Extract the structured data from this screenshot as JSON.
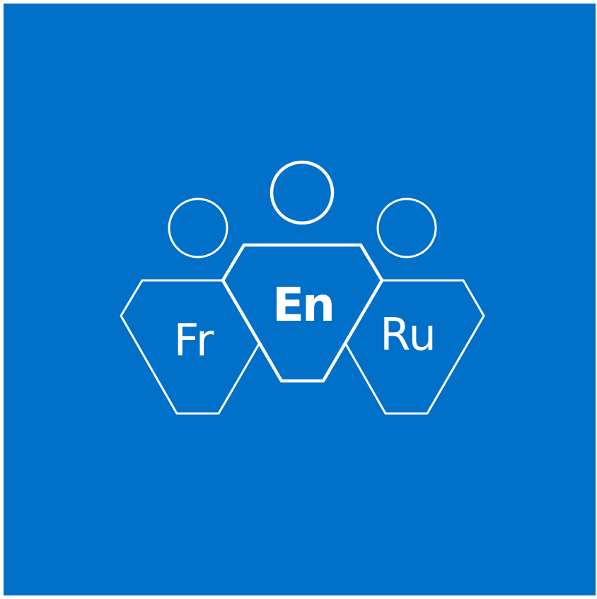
{
  "colors": {
    "background": "#0070c8",
    "outline": "#ffffff",
    "frame": "#ffffff"
  },
  "logo": {
    "icon": "three-people-languages-icon",
    "languages": {
      "left": "Fr",
      "center": "En",
      "right": "Ru"
    }
  }
}
